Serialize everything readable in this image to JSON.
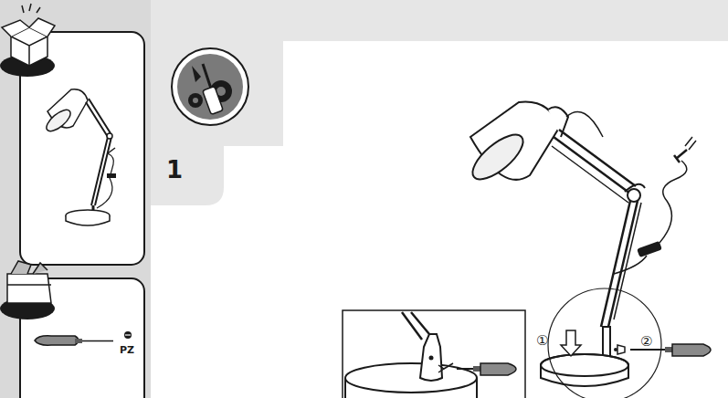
{
  "diagram": {
    "labels": [
      "1",
      "PZ",
      "①",
      "②"
    ]
  }
}
